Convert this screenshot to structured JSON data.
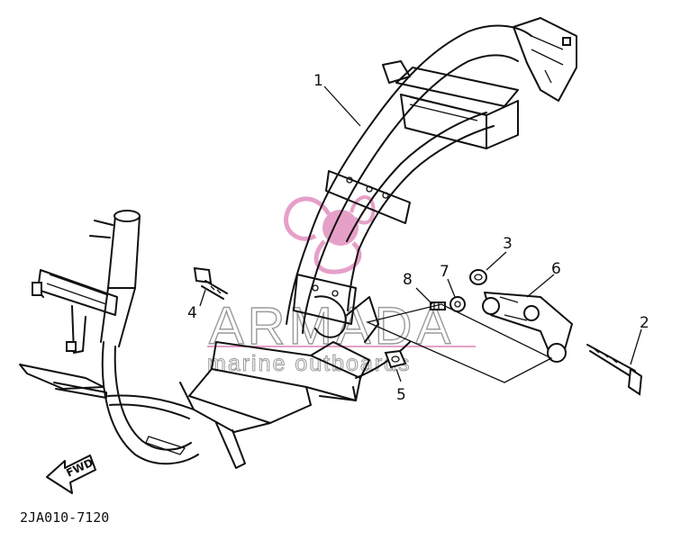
{
  "diagram": {
    "callouts": [
      {
        "id": "1",
        "label": "1"
      },
      {
        "id": "2",
        "label": "2"
      },
      {
        "id": "3",
        "label": "3"
      },
      {
        "id": "4",
        "label": "4"
      },
      {
        "id": "5",
        "label": "5"
      },
      {
        "id": "6",
        "label": "6"
      },
      {
        "id": "7",
        "label": "7"
      },
      {
        "id": "8",
        "label": "8"
      }
    ],
    "direction_arrow": "FWD",
    "drawing_code": "2JA010-7120"
  },
  "watermark": {
    "brand": "ARMADA",
    "tagline": "marine outboards",
    "logo_color": "#e6a0c8",
    "text_color": "#9a9a9a"
  }
}
